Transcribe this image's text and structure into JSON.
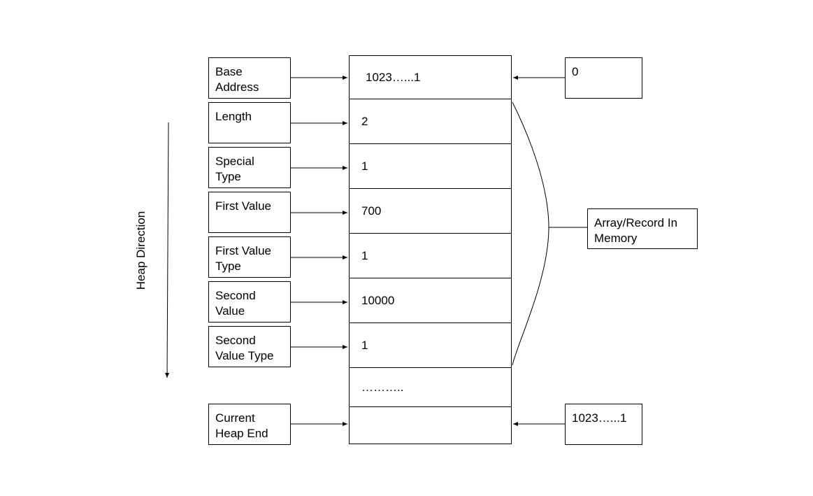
{
  "labels": [
    {
      "id": "base-address",
      "text": "Base\nAddress"
    },
    {
      "id": "length",
      "text": "Length"
    },
    {
      "id": "special-type",
      "text": "Special\nType"
    },
    {
      "id": "first-value",
      "text": "First Value"
    },
    {
      "id": "first-value-type",
      "text": "First Value\nType"
    },
    {
      "id": "second-value",
      "text": "Second\nValue"
    },
    {
      "id": "second-value-type",
      "text": "Second\nValue Type"
    },
    {
      "id": "current-heap-end",
      "text": "Current\nHeap End"
    }
  ],
  "memory_cells": [
    "1023…...1",
    "2",
    "1",
    "700",
    "1",
    "10000",
    "1",
    "………..",
    ""
  ],
  "right_boxes": {
    "top_value": "0",
    "bottom_value": "1023…...1",
    "array_record": "Array/Record In\nMemory"
  },
  "heap_direction": "Heap Direction"
}
